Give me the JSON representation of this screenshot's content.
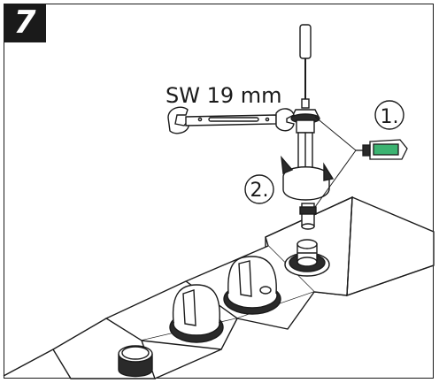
{
  "step": {
    "number": "7"
  },
  "wrench": {
    "size_label": "SW 19 mm"
  },
  "steps": {
    "first": "1.",
    "second": "2."
  },
  "colors": {
    "tube_green": "#3cb371",
    "line": "#1a1a1a",
    "background": "#ffffff"
  }
}
